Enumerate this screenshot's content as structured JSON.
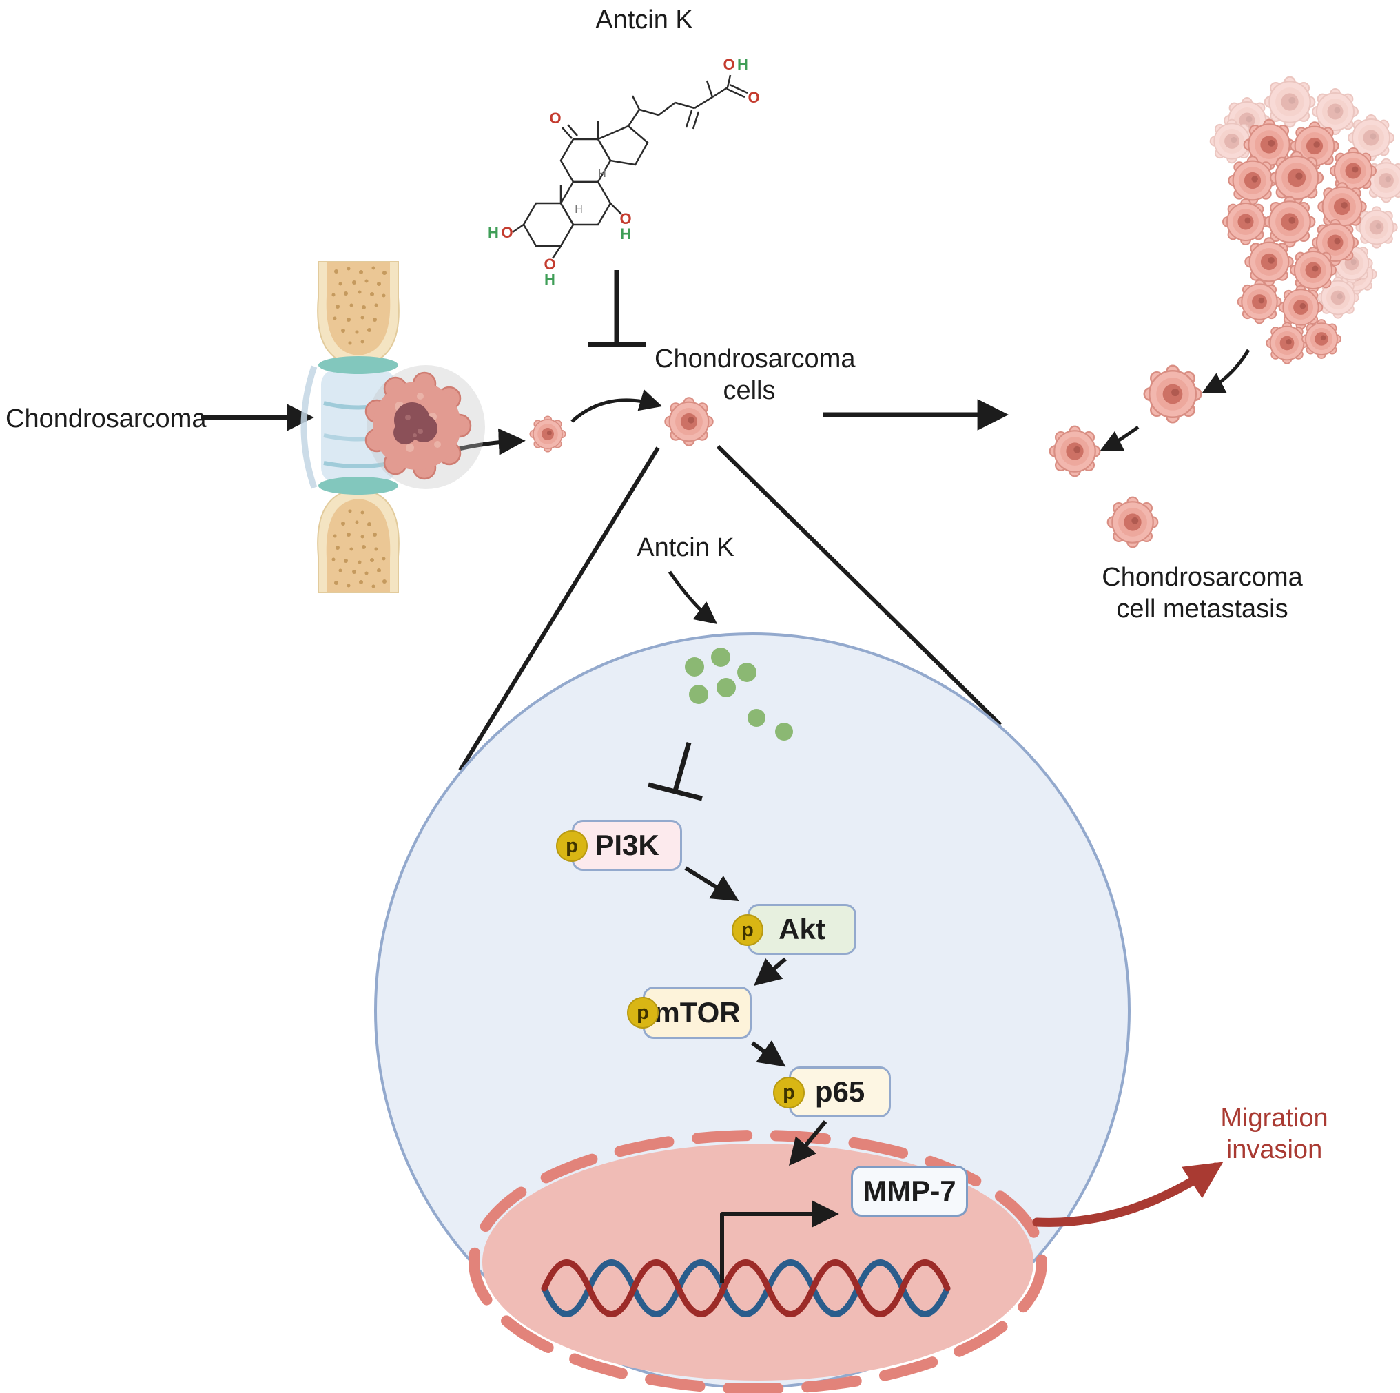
{
  "compound": {
    "top_label": "Antcin K",
    "inner_label": "Antcin K"
  },
  "chem_atoms": {
    "o": "O",
    "h": "H"
  },
  "scene": {
    "chondrosarcoma": "Chondrosarcoma",
    "cells_l1": "Chondrosarcoma",
    "cells_l2": "cells",
    "metastasis_l1": "Chondrosarcoma",
    "metastasis_l2": "cell metastasis"
  },
  "pathway": {
    "pi3k": {
      "label": "PI3K",
      "p": "p"
    },
    "akt": {
      "label": "Akt",
      "p": "p"
    },
    "mtor": {
      "label": "mTOR",
      "p": "p"
    },
    "p65": {
      "label": "p65",
      "p": "p"
    },
    "mmp7": {
      "label": "MMP-7"
    }
  },
  "outcome": {
    "l1": "Migration",
    "l2": "invasion"
  },
  "colors": {
    "cell_cytoplasm": "#e8eef7",
    "cell_membrane": "#93a9cd",
    "nucleus_fill": "#f0bcb6",
    "nuclear_envelope": "#e2837a",
    "antcin_dot_green": "#8bb873",
    "phospho_badge_yellow": "#d9b614",
    "outcome_red": "#a93a32",
    "dna_red": "#9c2b28",
    "dna_blue": "#2a5d8c",
    "tumor_pink": "#e29b91",
    "bone_tan": "#ebc795"
  }
}
